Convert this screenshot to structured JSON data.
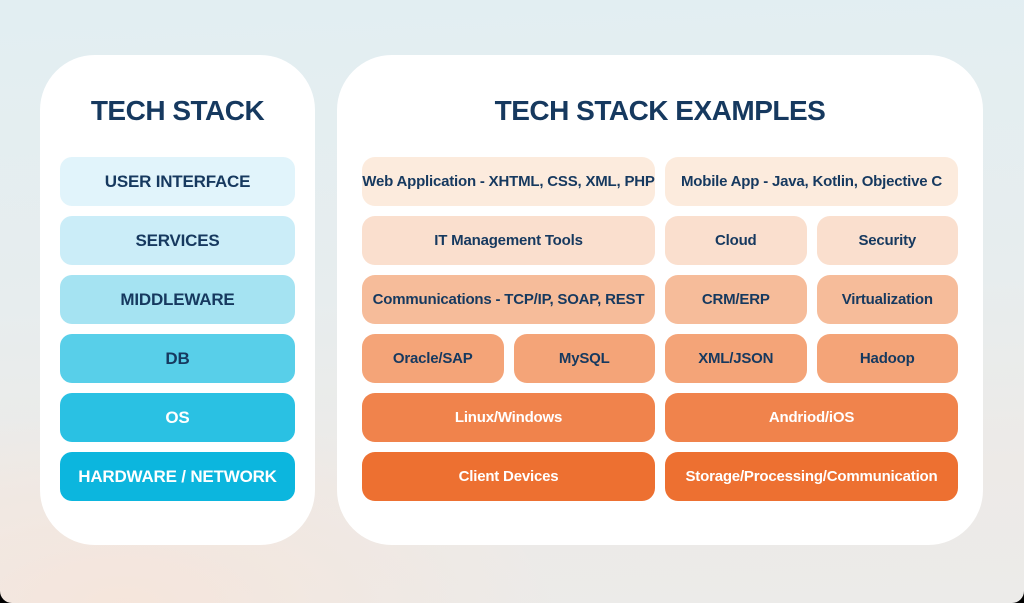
{
  "colors": {
    "title_navy": "#16395f",
    "card_bg": "#ffffff",
    "page_bg_top": "#e2eef2",
    "page_bg_bottom_left": "#f3e6dc",
    "outside_corner": "#000000"
  },
  "left_panel": {
    "title": "TECH STACK",
    "layers": [
      {
        "label": "USER INTERFACE",
        "bg": "#e1f4fb",
        "text": "#16395f"
      },
      {
        "label": "SERVICES",
        "bg": "#cbedf8",
        "text": "#16395f"
      },
      {
        "label": "MIDDLEWARE",
        "bg": "#a5e3f2",
        "text": "#16395f"
      },
      {
        "label": "DB",
        "bg": "#58cfe9",
        "text": "#16395f"
      },
      {
        "label": "OS",
        "bg": "#2ac1e3",
        "text": "#ffffff"
      },
      {
        "label": "HARDWARE / NETWORK",
        "bg": "#0cb6de",
        "text": "#ffffff"
      }
    ]
  },
  "right_panel": {
    "title": "TECH STACK EXAMPLES",
    "rows": [
      {
        "cells": [
          {
            "label": "Web Application - XHTML, CSS, XML, PHP",
            "span": 2,
            "bg": "#fcebdd",
            "text": "#16395f"
          },
          {
            "label": "Mobile App - Java, Kotlin, Objective C",
            "span": 2,
            "bg": "#fcebdd",
            "text": "#16395f"
          }
        ]
      },
      {
        "cells": [
          {
            "label": "IT Management Tools",
            "span": 2,
            "bg": "#fadfce",
            "text": "#16395f"
          },
          {
            "label": "Cloud",
            "span": 1,
            "bg": "#fadfce",
            "text": "#16395f"
          },
          {
            "label": "Security",
            "span": 1,
            "bg": "#fadfce",
            "text": "#16395f"
          }
        ]
      },
      {
        "cells": [
          {
            "label": "Communications - TCP/IP, SOAP, REST",
            "span": 2,
            "bg": "#f6bc9a",
            "text": "#16395f"
          },
          {
            "label": "CRM/ERP",
            "span": 1,
            "bg": "#f6bc9a",
            "text": "#16395f"
          },
          {
            "label": "Virtualization",
            "span": 1,
            "bg": "#f6bc9a",
            "text": "#16395f"
          }
        ]
      },
      {
        "cells": [
          {
            "label": "Oracle/SAP",
            "span": 1,
            "bg": "#f4a478",
            "text": "#16395f"
          },
          {
            "label": "MySQL",
            "span": 1,
            "bg": "#f4a478",
            "text": "#16395f"
          },
          {
            "label": "XML/JSON",
            "span": 1,
            "bg": "#f4a478",
            "text": "#16395f"
          },
          {
            "label": "Hadoop",
            "span": 1,
            "bg": "#f4a478",
            "text": "#16395f"
          }
        ]
      },
      {
        "cells": [
          {
            "label": "Linux/Windows",
            "span": 2,
            "bg": "#f0834c",
            "text": "#ffffff"
          },
          {
            "label": "Andriod/iOS",
            "span": 2,
            "bg": "#f0834c",
            "text": "#ffffff"
          }
        ]
      },
      {
        "cells": [
          {
            "label": "Client Devices",
            "span": 2,
            "bg": "#ed7031",
            "text": "#ffffff"
          },
          {
            "label": "Storage/Processing/Communication",
            "span": 2,
            "bg": "#ed7031",
            "text": "#ffffff"
          }
        ]
      }
    ]
  }
}
